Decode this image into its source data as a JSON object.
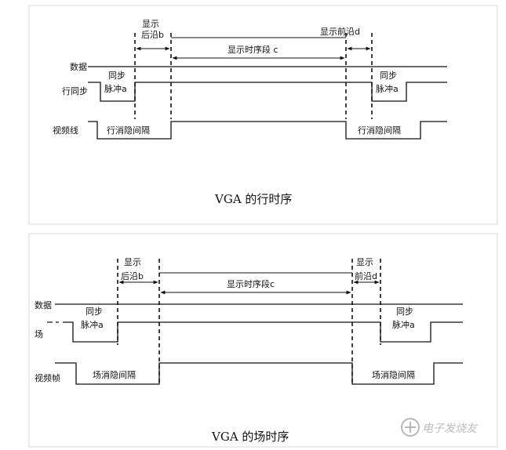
{
  "row_timing": {
    "caption": "VGA 的行时序",
    "labels": {
      "back_porch_line1": "显示",
      "back_porch_line2": "后沿b",
      "display_segment": "显示时序段 c",
      "front_porch": "显示前沿d",
      "data": "数据",
      "hsync": "行同步",
      "sync_pulse_left_line1": "同步",
      "sync_pulse_left_line2": "脉冲a",
      "sync_pulse_right_line1": "同步",
      "sync_pulse_right_line2": "脉冲a",
      "video_line": "视频线",
      "blanking_left": "行消隐间隔",
      "blanking_right": "行消隐间隔"
    }
  },
  "field_timing": {
    "caption": "VGA 的场时序",
    "labels": {
      "back_porch_line1": "显示",
      "back_porch_line2": "后沿b",
      "front_porch_line1": "显示",
      "front_porch_line2": "前沿d",
      "display_segment": "显示时序段c",
      "data": "数据",
      "vsync": "场",
      "sync_pulse_left_line1": "同步",
      "sync_pulse_left_line2": "脉冲a",
      "sync_pulse_right_line1": "同步",
      "sync_pulse_right_line2": "脉冲a",
      "video_frame": "视频帧",
      "blanking_left": "场消隐间隔",
      "blanking_right": "场消隐间隔"
    }
  },
  "watermark": {
    "text": "电子发烧友",
    "icon": "electronics-logo-icon"
  }
}
